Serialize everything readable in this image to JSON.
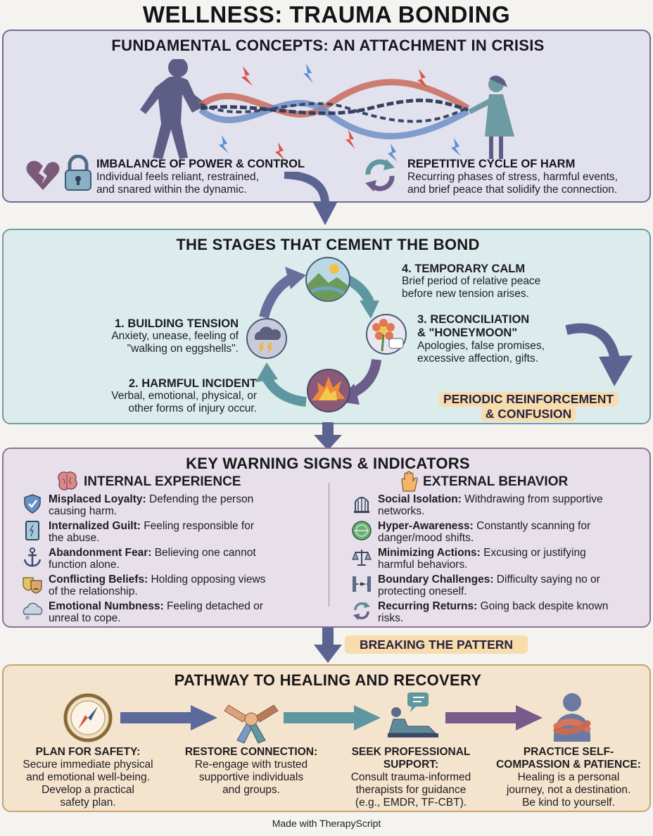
{
  "title": "WELLNESS: TRAUMA BONDING",
  "section1": {
    "title": "FUNDAMENTAL CONCEPTS: AN ATTACHMENT IN CRISIS",
    "left": {
      "heading": "IMBALANCE OF POWER & CONTROL",
      "line1": "Individual feels reliant, restrained,",
      "line2": "and snared within the dynamic."
    },
    "right": {
      "heading": "REPETITIVE CYCLE OF HARM",
      "line1": "Recurring phases of stress, harmful events,",
      "line2": "and brief peace that solidify the connection."
    }
  },
  "section2": {
    "title": "THE STAGES THAT CEMENT THE BOND",
    "stage1": {
      "title": "1. BUILDING TENSION",
      "line1": "Anxiety, unease, feeling of",
      "line2": "\"walking on eggshells\"."
    },
    "stage2": {
      "title": "2. HARMFUL INCIDENT",
      "line1": "Verbal, emotional, physical, or",
      "line2": "other forms of injury occur."
    },
    "stage3": {
      "title1": "3. RECONCILIATION",
      "title2": "& \"HONEYMOON\"",
      "line1": "Apologies, false promises,",
      "line2": "excessive affection, gifts."
    },
    "stage4": {
      "title": "4. TEMPORARY CALM",
      "line1": "Brief period of relative peace",
      "line2": "before new tension arises."
    },
    "badge_line1": "PERIODIC REINFORCEMENT",
    "badge_line2": "& CONFUSION"
  },
  "section3": {
    "title": "KEY WARNING SIGNS & INDICATORS",
    "internal_heading": "INTERNAL EXPERIENCE",
    "external_heading": "EXTERNAL BEHAVIOR",
    "internal": [
      {
        "term": "Misplaced Loyalty:",
        "text": " Defending the person",
        "text2": "causing harm.",
        "icon": "shield-icon"
      },
      {
        "term": "Internalized Guilt:",
        "text": " Feeling responsible for",
        "text2": "the abuse.",
        "icon": "mirror-icon"
      },
      {
        "term": "Abandonment Fear:",
        "text": " Believing one cannot",
        "text2": "function alone.",
        "icon": "anchor-icon"
      },
      {
        "term": "Conflicting Beliefs:",
        "text": " Holding opposing views",
        "text2": "of the relationship.",
        "icon": "masks-icon"
      },
      {
        "term": "Emotional Numbness:",
        "text": " Feeling detached or",
        "text2": "unreal to cope.",
        "icon": "cloud-icon"
      }
    ],
    "external": [
      {
        "term": "Social Isolation:",
        "text": " Withdrawing from supportive",
        "text2": "networks.",
        "icon": "birdcage-icon"
      },
      {
        "term": "Hyper-Awareness:",
        "text": " Constantly scanning for",
        "text2": "danger/mood shifts.",
        "icon": "radar-icon"
      },
      {
        "term": "Minimizing Actions:",
        "text": " Excusing or justifying",
        "text2": "harmful behaviors.",
        "icon": "scale-icon"
      },
      {
        "term": "Boundary Challenges:",
        "text": " Difficulty saying no or",
        "text2": "protecting oneself.",
        "icon": "barrier-icon"
      },
      {
        "term": "Recurring Returns:",
        "text": " Going back despite known",
        "text2": "risks.",
        "icon": "return-arrows-icon"
      }
    ]
  },
  "breaking_badge": "BREAKING THE PATTERN",
  "section4": {
    "title": "PATHWAY TO HEALING AND RECOVERY",
    "steps": [
      {
        "title1": "PLAN FOR SAFETY:",
        "title2": "",
        "lines": [
          "Secure immediate physical",
          "and emotional well-being.",
          "Develop a practical",
          "safety plan."
        ],
        "icon": "compass-icon"
      },
      {
        "title1": "RESTORE CONNECTION:",
        "title2": "",
        "lines": [
          "Re-engage with trusted",
          "supportive individuals",
          "and groups."
        ],
        "icon": "joined-hands-icon"
      },
      {
        "title1": "SEEK PROFESSIONAL",
        "title2": "SUPPORT:",
        "lines": [
          "Consult trauma-informed",
          "therapists for guidance",
          "(e.g., EMDR, TF-CBT)."
        ],
        "icon": "therapy-couch-icon"
      },
      {
        "title1": "PRACTICE SELF-",
        "title2": "COMPASSION & PATIENCE:",
        "lines": [
          "Healing is a personal",
          "journey, not a destination.",
          "Be kind to yourself."
        ],
        "icon": "self-hug-icon"
      }
    ]
  },
  "footer": "Made with TherapyScript",
  "colors": {
    "section1_bg": "#e2e1ee",
    "section2_bg": "#dcecec",
    "section3_bg": "#e7dfe9",
    "section4_bg": "#f5e4cd",
    "badge_bg": "#f7dcac",
    "arrow": "#5b6390"
  }
}
